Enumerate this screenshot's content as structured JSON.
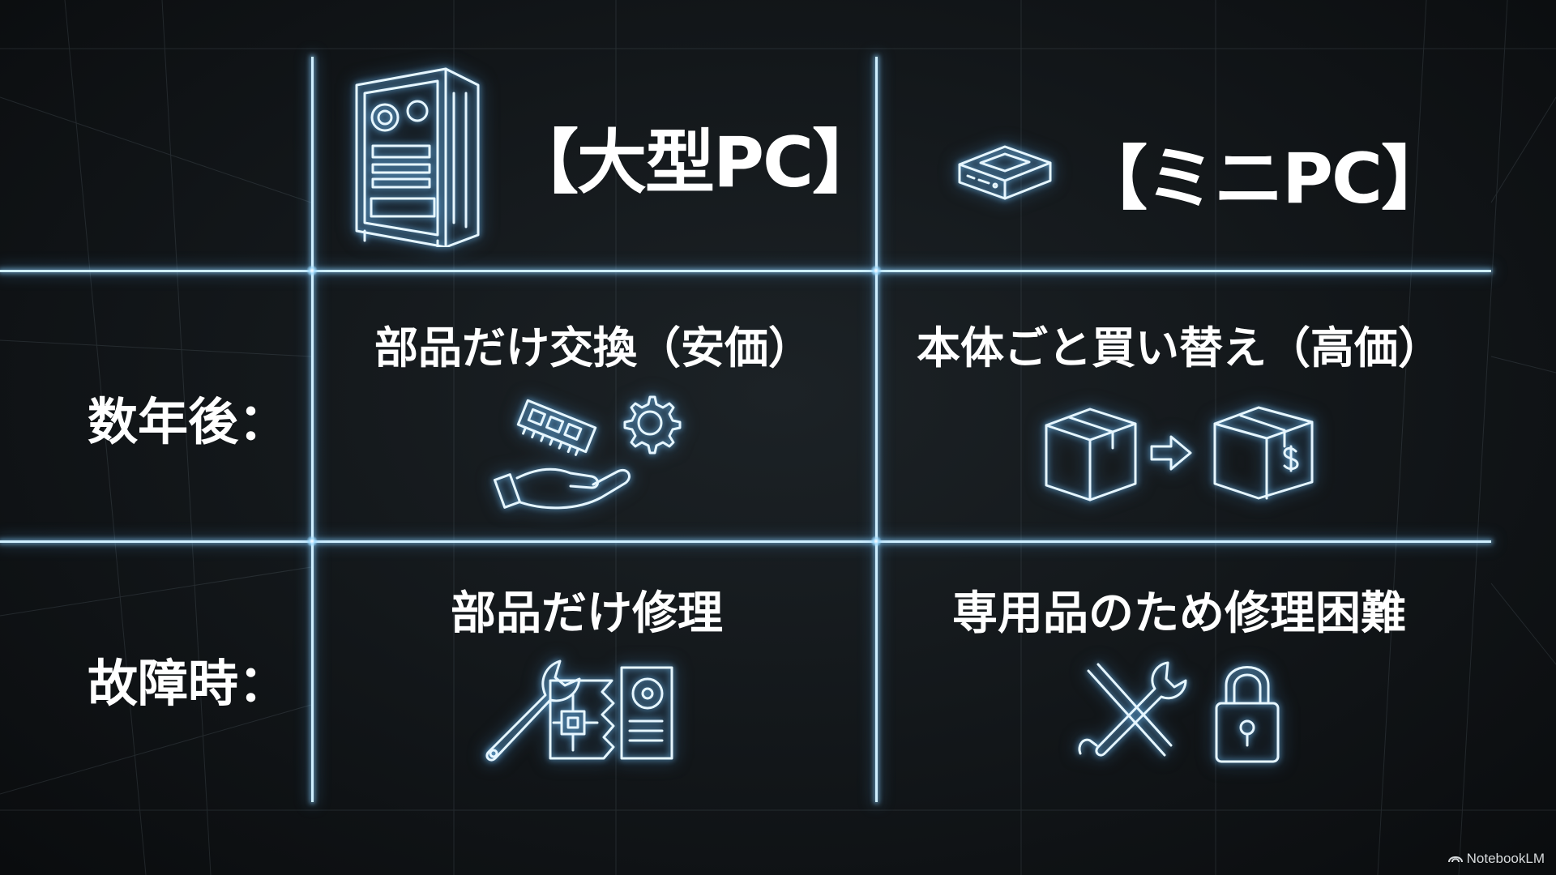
{
  "headers": {
    "big_pc": "【大型PC】",
    "mini_pc": "【ミニPC】"
  },
  "rows": {
    "years_later": {
      "label": "数年後：",
      "big_pc": "部品だけ交換（安価）",
      "mini_pc": "本体ごと買い替え（高価）"
    },
    "failure": {
      "label": "故障時：",
      "big_pc": "部品だけ修理",
      "mini_pc": "専用品のため修理困難"
    }
  },
  "icons": {
    "big_pc_header": "tower-pc-case-icon",
    "mini_pc_header": "mini-pc-box-icon",
    "big_pc_years": "hand-memory-gear-icon",
    "mini_pc_years": "box-arrow-dollar-box-icon",
    "big_pc_failure": "wrench-circuit-board-icon",
    "mini_pc_failure": "crossed-tools-padlock-icon"
  },
  "watermark": {
    "text": "NotebookLM"
  },
  "colors": {
    "background": "#121619",
    "grid_glow": "#cfefff",
    "text": "#ffffff"
  }
}
